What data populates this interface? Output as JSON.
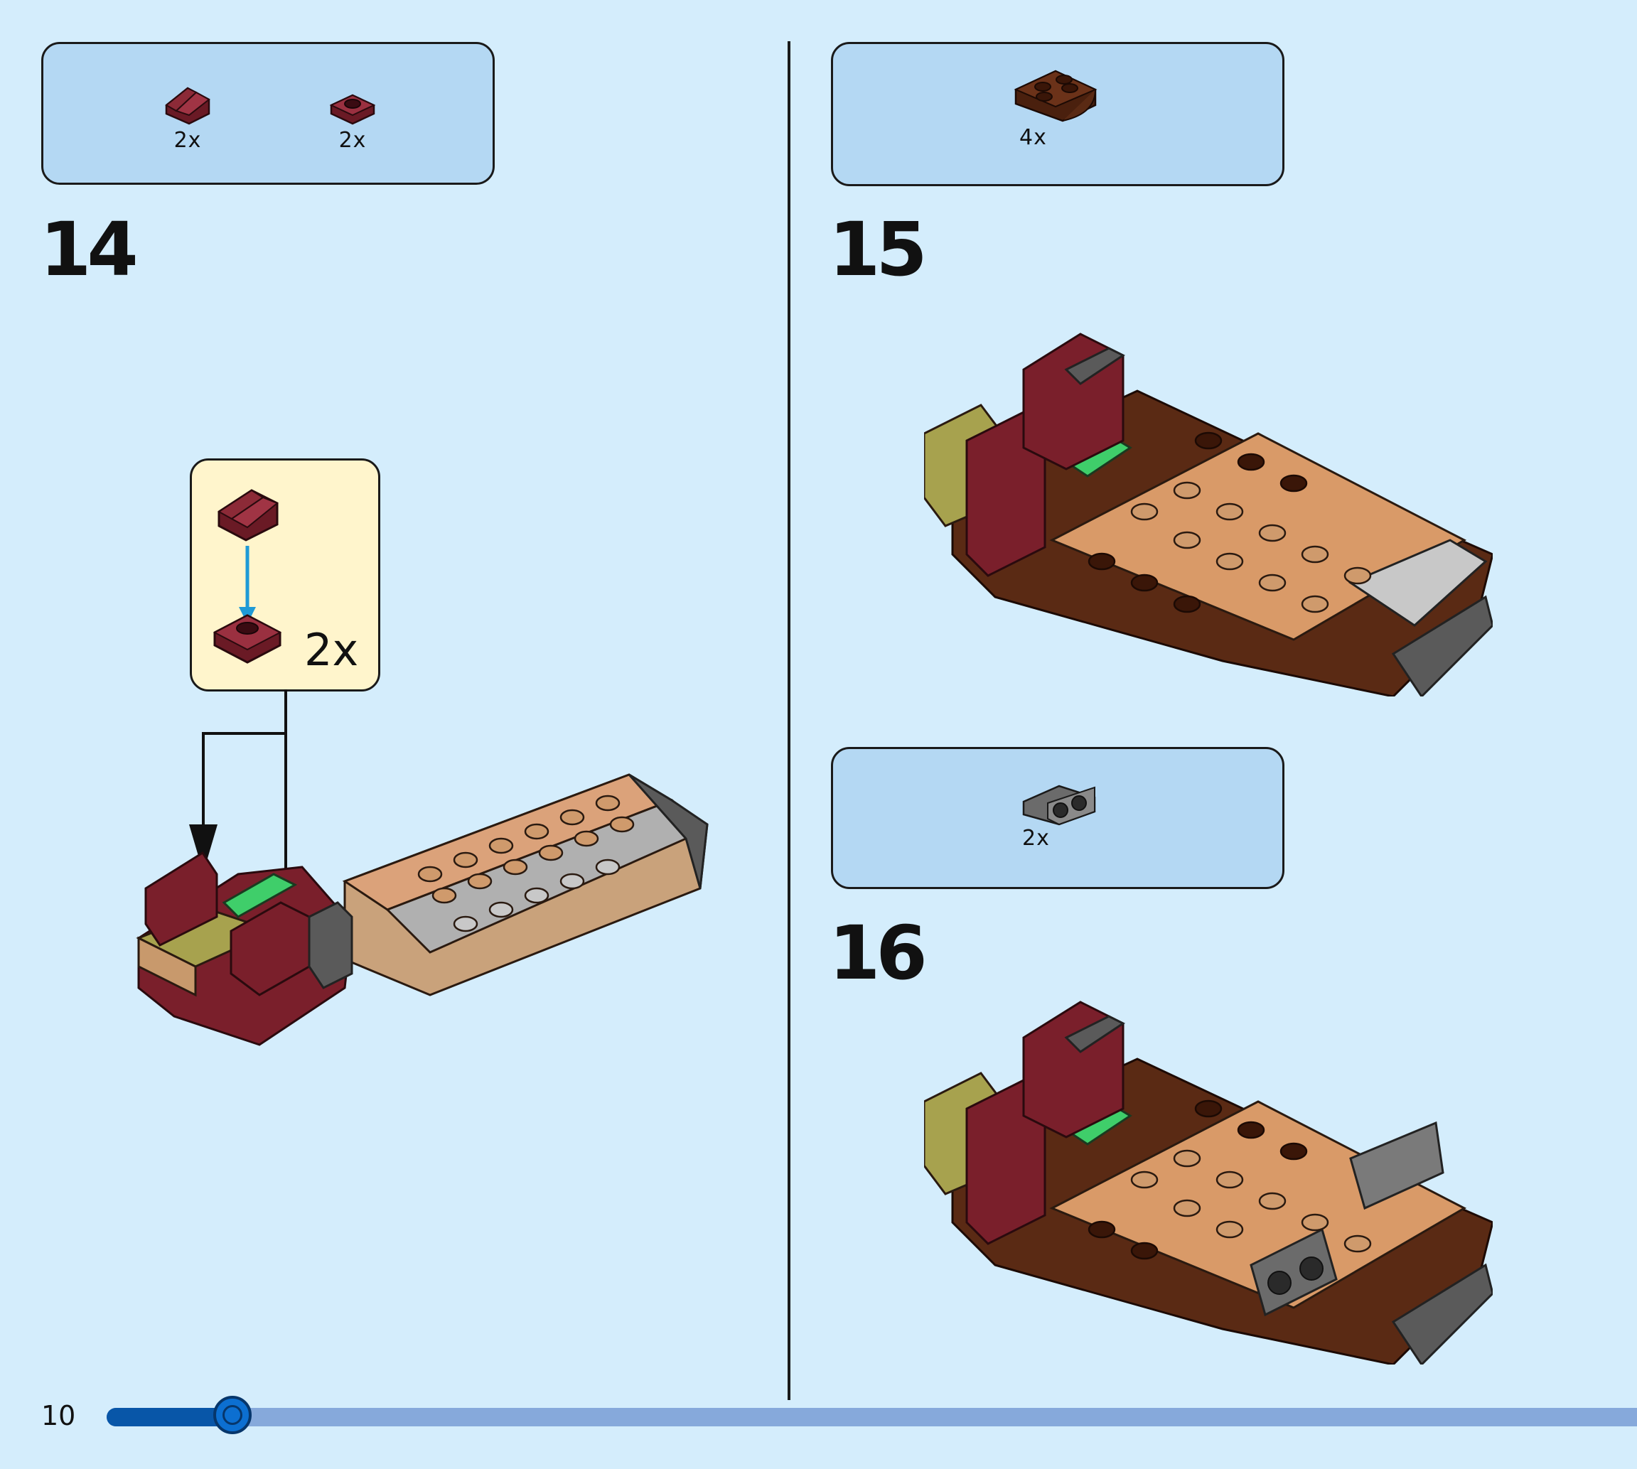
{
  "page": {
    "number": "10",
    "progress_fraction": 0.082,
    "colors": {
      "background": "#d4edfc",
      "parts_box": "#b4d8f3",
      "callout": "#fff5cc",
      "progress_fill": "#0856a8",
      "progress_track": "#86a9db"
    }
  },
  "steps": [
    {
      "number": "14",
      "parts": [
        {
          "name": "dark-red slope 1x1",
          "qty": "2x",
          "icon": "slope-brick-icon",
          "color": "#7a1f2b"
        },
        {
          "name": "dark-red plate 1x1",
          "qty": "2x",
          "icon": "round-plate-icon",
          "color": "#7a1f2b"
        }
      ],
      "callout": {
        "qty": "2x"
      }
    },
    {
      "number": "15",
      "parts": [
        {
          "name": "reddish-brown curved slope 2x2",
          "qty": "4x",
          "icon": "curved-slope-icon",
          "color": "#5a2a14"
        }
      ]
    },
    {
      "number": "16",
      "parts": [
        {
          "name": "dark-gray bracket 1x2",
          "qty": "2x",
          "icon": "bracket-plate-icon",
          "color": "#6b6b6b"
        }
      ]
    }
  ]
}
